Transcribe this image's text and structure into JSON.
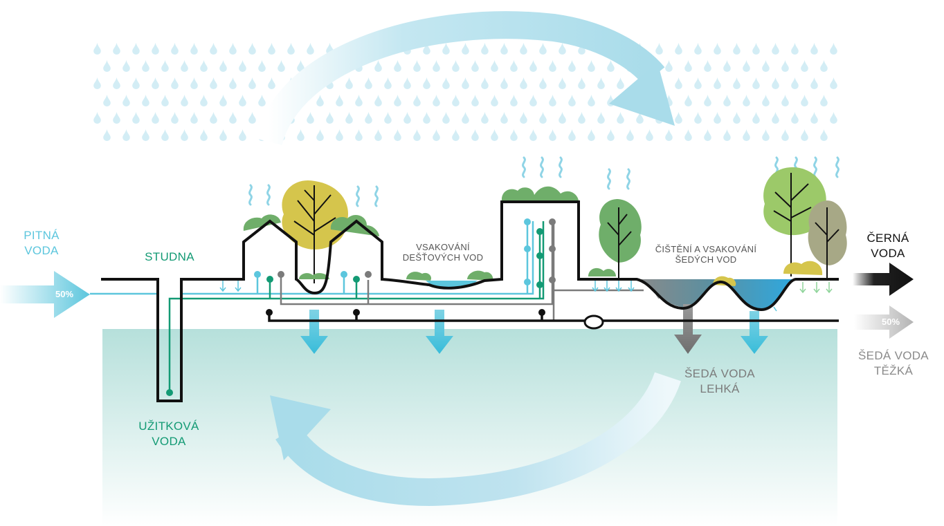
{
  "labels": {
    "pitna_voda": [
      "PITNÁ",
      "VODA"
    ],
    "pitna_percent": "50%",
    "studna": "STUDNA",
    "uzitkova_voda": [
      "UŽITKOVÁ",
      "VODA"
    ],
    "vsakovani_destovych": [
      "VSAKOVÁNÍ",
      "DEŠŤOVÝCH VOD"
    ],
    "cisteni_sedych": [
      "ČIŠTĚNÍ A VSAKOVÁNÍ",
      "ŠEDÝCH VOD"
    ],
    "cerna_voda": [
      "ČERNÁ",
      "VODA"
    ],
    "seda_voda_tezka_percent": "50%",
    "seda_voda_tezka": [
      "ŠEDÁ VODA",
      "TĚŽKÁ"
    ],
    "seda_voda_lehka": [
      "ŠEDÁ VODA",
      "LEHKÁ"
    ]
  },
  "colors": {
    "drinking_water": "#5cc6dd",
    "service_water": "#139a74",
    "grey_water": "#7b7b7b",
    "black_water": "#111111",
    "ground": "#b9e2de",
    "cycle": "#bde3ef",
    "rain": "#d3edf5",
    "tree_green": "#9cc969",
    "tree_yellow": "#d5c54c",
    "tree_olive": "#a7a886"
  },
  "icons": {
    "cycle": "water-cycle-arrows-icon",
    "rain": "rain-drops-icon",
    "evaporation": "evaporation-wave-icon",
    "tree": "tree-icon",
    "shrub": "shrub-icon",
    "house": "house-icon",
    "flow_arrow": "infiltration-arrow-icon"
  }
}
